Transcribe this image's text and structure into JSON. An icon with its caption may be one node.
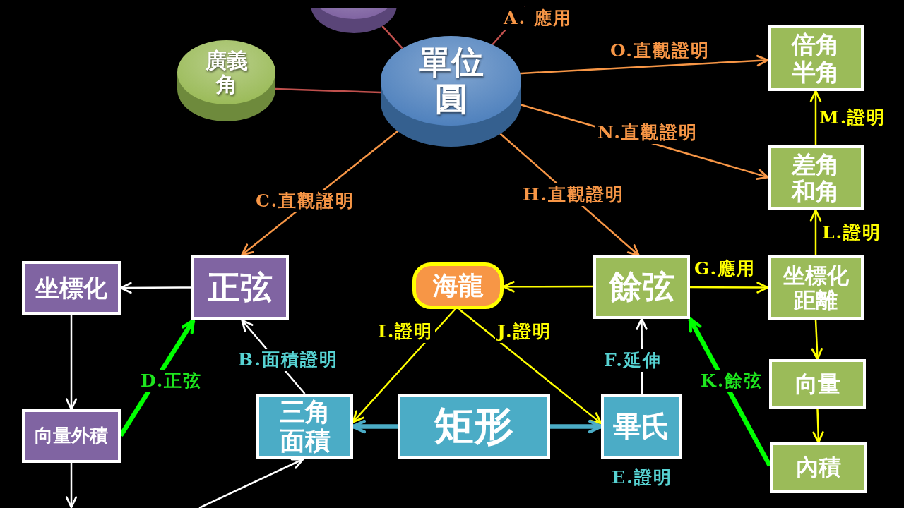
{
  "diagram": {
    "nodes": [
      {
        "text": [],
        "shape": "circle"
      },
      {
        "text": [
          "廣義角"
        ]
      },
      {
        "text": [
          "單位圓"
        ]
      },
      {
        "text": [
          "倍角半角"
        ]
      },
      {
        "text": [
          "差角和角"
        ]
      },
      {
        "text": [
          "坐標化"
        ]
      },
      {
        "text": [
          "正弦"
        ]
      },
      {
        "text": [
          "海龍"
        ]
      },
      {
        "text": [
          "餘弦"
        ]
      },
      {
        "text": [
          "坐標化距離"
        ]
      },
      {
        "text": [
          "向量"
        ]
      },
      {
        "text": [
          "向量外積"
        ]
      },
      {
        "text": [
          "三角面積"
        ]
      },
      {
        "text": [
          "矩形"
        ]
      },
      {
        "text": [
          "畢氏"
        ],
        "beside": [
          "E.證明"
        ]
      },
      {
        "text": [
          "內積"
        ]
      }
    ],
    "edges": [
      {
        "from": 2,
        "to": 0,
        "arrow": "none",
        "color": "#c0504d"
      },
      {
        "from": 2,
        "to": null,
        "arrow": "none",
        "label": "A. 應用",
        "color": "#c0504d"
      },
      {
        "from": 1,
        "to": 2,
        "arrow": "none",
        "color": "#c0504d"
      },
      {
        "from": 2,
        "to": 3,
        "arrow": "to",
        "label": "O.直觀證明",
        "color": "#f79646"
      },
      {
        "from": 2,
        "to": 4,
        "arrow": "to",
        "label": "N.直觀證明",
        "color": "#f79646"
      },
      {
        "from": 2,
        "to": 6,
        "arrow": "to",
        "label": "C.直觀證明",
        "color": "#f79646"
      },
      {
        "from": 2,
        "to": 8,
        "arrow": "to",
        "label": "H.直觀證明",
        "color": "#f79646"
      },
      {
        "from": 4,
        "to": 3,
        "arrow": "to",
        "label": "M.證明"
      },
      {
        "from": 9,
        "to": 4,
        "arrow": "to",
        "label": "L.證明"
      },
      {
        "from": 6,
        "to": 5,
        "arrow": "to",
        "color": "#ffffff"
      },
      {
        "from": 5,
        "to": 11,
        "arrow": "to",
        "color": "#ffffff"
      },
      {
        "from": 11,
        "to": 6,
        "arrow": "to",
        "label": "D.正弦",
        "style": "thick",
        "color": "#00ff00"
      },
      {
        "from": 12,
        "to": 6,
        "arrow": "to",
        "label": "B.面積證明",
        "color": "#ffffff"
      },
      {
        "from": 11,
        "to": null,
        "arrow": "to",
        "color": "#ffffff"
      },
      {
        "from": null,
        "to": 12,
        "arrow": "to",
        "color": "#ffffff"
      },
      {
        "from": 8,
        "to": 7,
        "arrow": "to"
      },
      {
        "from": 7,
        "to": 12,
        "arrow": "to",
        "label": "I.證明"
      },
      {
        "from": 7,
        "to": 14,
        "arrow": "to",
        "label": "J.證明"
      },
      {
        "from": 13,
        "to": 12,
        "arrow": "to",
        "style": "thick",
        "color": "#4bacc6"
      },
      {
        "from": 13,
        "to": 14,
        "arrow": "to",
        "style": "thick",
        "color": "#4bacc6"
      },
      {
        "from": 14,
        "to": 8,
        "arrow": "to",
        "label": "F.延伸",
        "color": "#ffffff"
      },
      {
        "from": 8,
        "to": 9,
        "arrow": "to",
        "label": "G.應用"
      },
      {
        "from": 9,
        "to": 10,
        "arrow": "to"
      },
      {
        "from": 10,
        "to": 15,
        "arrow": "to"
      },
      {
        "from": 15,
        "to": 8,
        "arrow": "to",
        "label": "K.餘弦",
        "style": "thick",
        "color": "#00ff00"
      }
    ]
  }
}
